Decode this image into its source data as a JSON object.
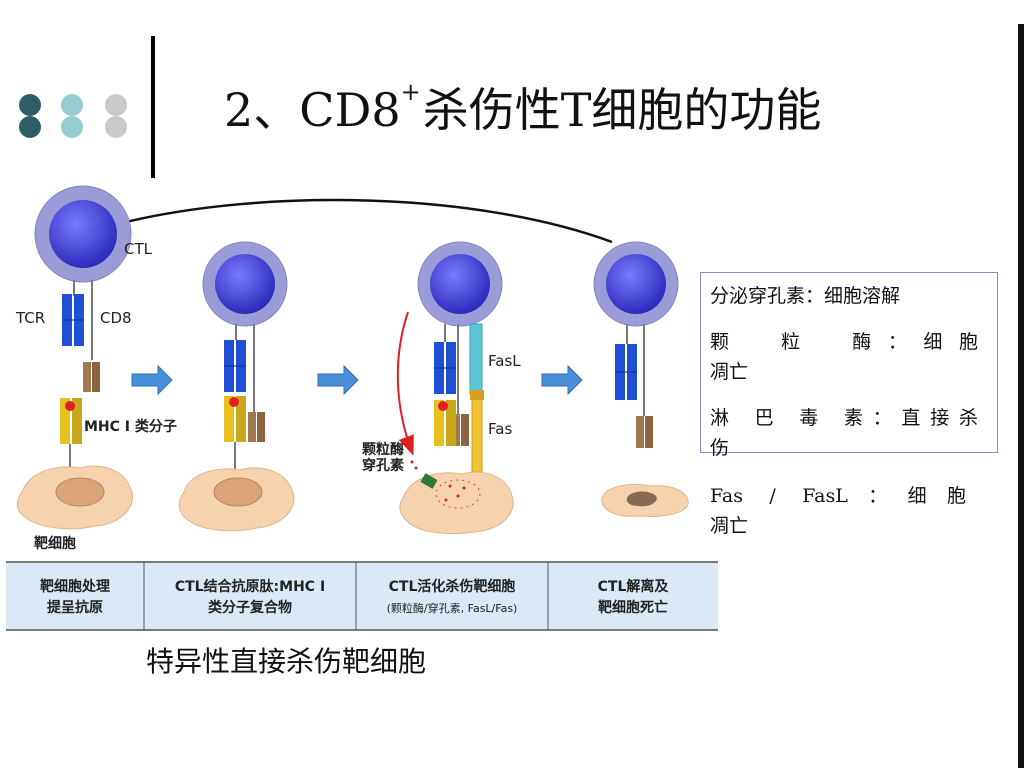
{
  "slide": {
    "title_prefix": "2、CD8",
    "title_sup": "+",
    "title_suffix": "杀伤性T细胞的功能",
    "caption": "特异性直接杀伤靶细胞"
  },
  "diagram": {
    "labels": {
      "ctl": "CTL",
      "tcr": "TCR",
      "cd8": "CD8",
      "mhc": "MHC I 类分子",
      "target": "靶细胞",
      "fasl": "FasL",
      "fas": "Fas",
      "granule_line1": "颗粒酶",
      "granule_line2": "穿孔素"
    },
    "steps": [
      {
        "line1": "靶细胞处理",
        "line2": "提呈抗原"
      },
      {
        "line1": "CTL结合抗原肽:MHC I",
        "line2": "类分子复合物"
      },
      {
        "line1": "CTL活化杀伤靶细胞",
        "line2": "(颗粒酶/穿孔素, FasL/Fas)"
      },
      {
        "line1": "CTL解离及",
        "line2": "靶细胞死亡"
      }
    ]
  },
  "info": {
    "perforin": "分泌穿孔素：细胞溶解",
    "granzyme_a": "颗　粒　酶：细胞",
    "granzyme_b": "凋亡",
    "lympho_a": "淋 巴 毒 素：直接杀",
    "lympho_b": "伤",
    "fas_a": "Fas / FasL：细胞",
    "fas_b": "凋亡"
  },
  "colors": {
    "cell_outer": "#9b9bd8",
    "nucleus": "#3c3ccf",
    "receptor_blue": "#1e4fd6",
    "cd8_brown": "#a07850",
    "mhc_yellow": "#e8c020",
    "target_fill": "#f6d3ae",
    "target_nucleus": "#d8a478",
    "arrow_blue": "#4a90d9",
    "fasl_teal": "#5cc6d6",
    "fas_yellow": "#f2c230",
    "table_bg": "#dbe9f6",
    "dot_dark": "#2f5f66",
    "dot_light": "#96cbd0",
    "dot_gray": "#c9c9c9"
  }
}
